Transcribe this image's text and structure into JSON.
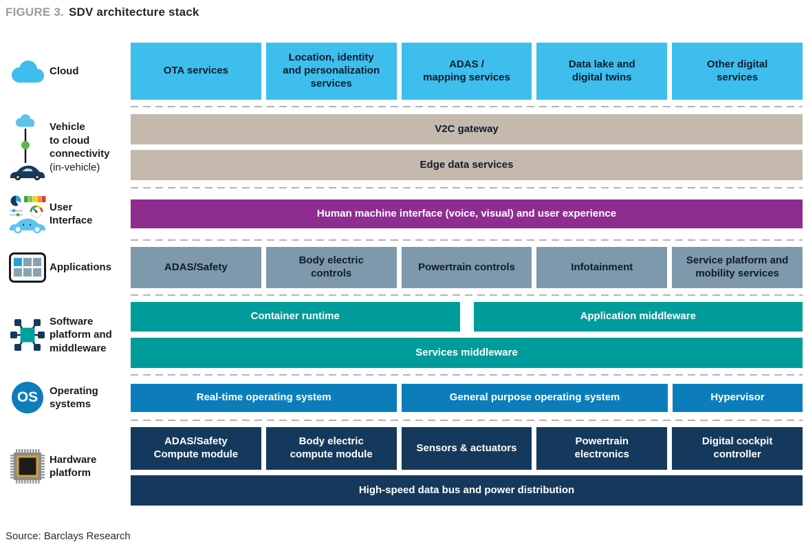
{
  "figure": {
    "label": "FIGURE 3.",
    "title": "SDV architecture stack"
  },
  "source_note": "Source: Barclays Research",
  "colors": {
    "cloud_blue": "#3dbeed",
    "connectivity_tan": "#c5b9ad",
    "hmi_purple": "#8e2c90",
    "applications_grayblue": "#7e99ab",
    "middleware_teal": "#009b9b",
    "os_blue": "#0c7dbb",
    "hardware_navy": "#15395c",
    "separator_gray": "#b3b3b3"
  },
  "layers": {
    "cloud": {
      "label": "Cloud",
      "icon": "cloud-icon",
      "boxes": [
        "OTA services",
        "Location, identity\nand personalization\nservices",
        "ADAS /\nmapping services",
        "Data lake and\ndigital twins",
        "Other digital\nservices"
      ]
    },
    "connectivity": {
      "label": "Vehicle\nto cloud\nconnectivity",
      "sublabel": "(in-vehicle)",
      "icon": "vehicle-to-cloud-icon",
      "bars": [
        "V2C gateway",
        "Edge data services"
      ]
    },
    "user_interface": {
      "label": "User\nInterface",
      "icon": "dashboard-icon",
      "bar": "Human machine interface (voice, visual) and user experience"
    },
    "applications": {
      "label": "Applications",
      "icon": "tablet-apps-icon",
      "boxes": [
        "ADAS/Safety",
        "Body electric\ncontrols",
        "Powertrain controls",
        "Infotainment",
        "Service platform and\nmobility services"
      ]
    },
    "software": {
      "label": "Software\nplatform and\nmiddleware",
      "icon": "middleware-network-icon",
      "row1": [
        "Container runtime",
        "Application middleware"
      ],
      "row2": "Services middleware"
    },
    "os": {
      "label": "Operating\nsystems",
      "icon": "os-badge-icon",
      "badge": "OS",
      "boxes": [
        "Real-time operating system",
        "General purpose operating system",
        "Hypervisor"
      ]
    },
    "hardware": {
      "label": "Hardware\nplatform",
      "icon": "chip-icon",
      "boxes": [
        "ADAS/Safety\nCompute module",
        "Body electric\ncompute module",
        "Sensors & actuators",
        "Powertrain\nelectronics",
        "Digital cockpit\ncontroller"
      ],
      "bus": "High-speed data bus and power distribution"
    }
  }
}
